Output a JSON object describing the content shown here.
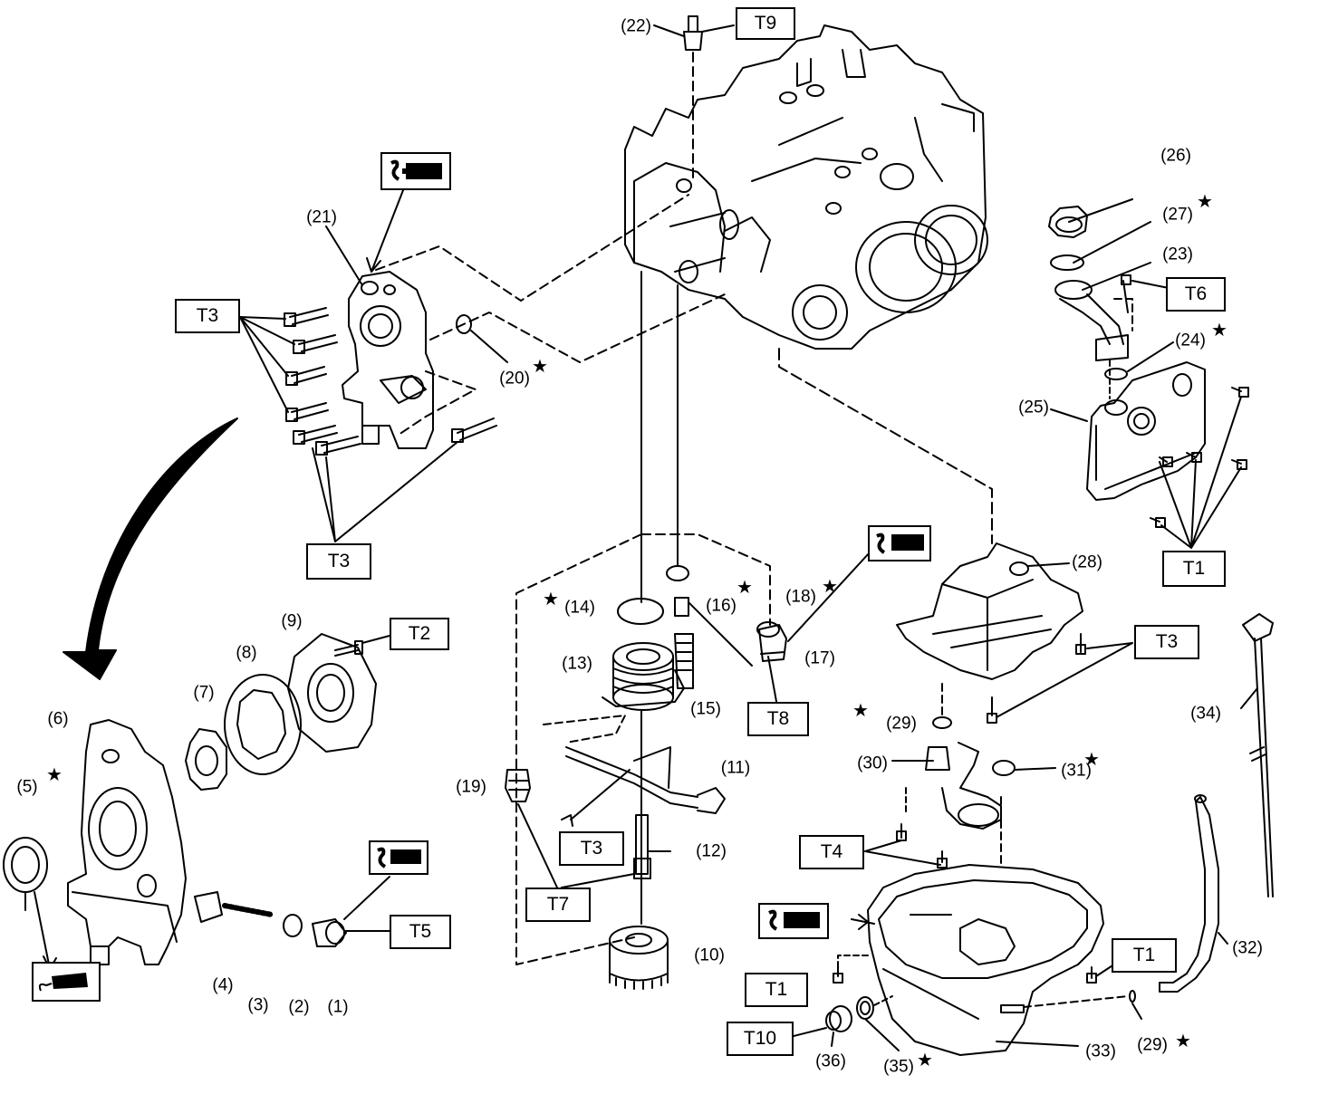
{
  "colors": {
    "line": "#000000",
    "background": "#ffffff"
  },
  "part_labels": {
    "p1": "(1)",
    "p2": "(2)",
    "p3": "(3)",
    "p4": "(4)",
    "p5": "(5)",
    "p6": "(6)",
    "p7": "(7)",
    "p8": "(8)",
    "p9": "(9)",
    "p10": "(10)",
    "p11": "(11)",
    "p12": "(12)",
    "p13": "(13)",
    "p14": "(14)",
    "p15": "(15)",
    "p16": "(16)",
    "p17": "(17)",
    "p18": "(18)",
    "p19": "(19)",
    "p20": "(20)",
    "p21": "(21)",
    "p22": "(22)",
    "p23": "(23)",
    "p24": "(24)",
    "p25": "(25)",
    "p26": "(26)",
    "p27": "(27)",
    "p28": "(28)",
    "p29": "(29)",
    "p30": "(30)",
    "p31": "(31)",
    "p32": "(32)",
    "p33": "(33)",
    "p34": "(34)",
    "p35": "(35)",
    "p36": "(36)"
  },
  "torque_boxes": {
    "T1": "T1",
    "T2": "T2",
    "T3": "T3",
    "T4": "T4",
    "T5": "T5",
    "T6": "T6",
    "T7": "T7",
    "T8": "T8",
    "T9": "T9",
    "T10": "T10"
  },
  "star_symbol": "★",
  "icons": [
    "sealant-tube-icon",
    "grease-hand-icon",
    "assembly-arrow-icon"
  ]
}
